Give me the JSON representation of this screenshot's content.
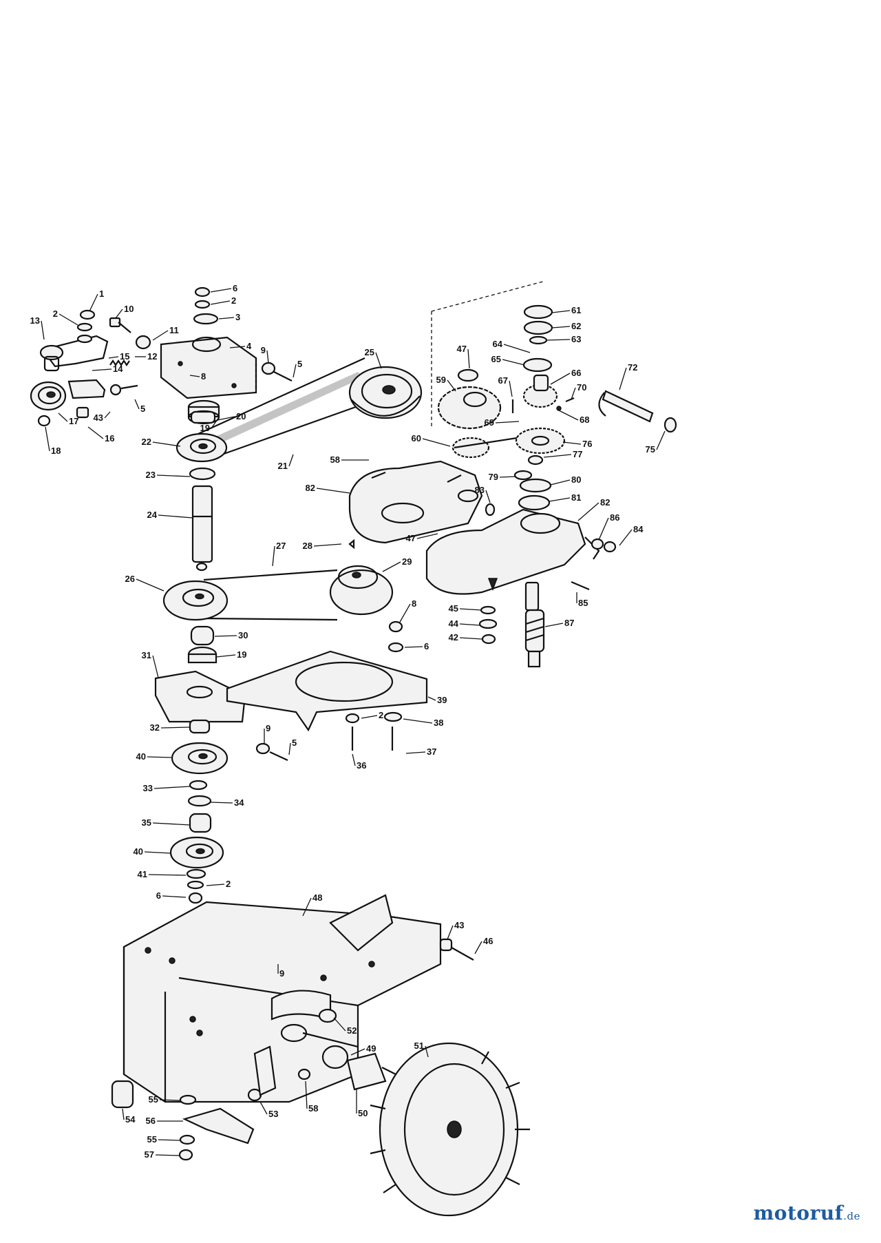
{
  "diagram": {
    "callouts": [
      "1",
      "2",
      "3",
      "4",
      "5",
      "6",
      "8",
      "9",
      "10",
      "11",
      "12",
      "13",
      "14",
      "15",
      "16",
      "17",
      "18",
      "19",
      "20",
      "21",
      "22",
      "23",
      "24",
      "25",
      "26",
      "27",
      "28",
      "29",
      "30",
      "31",
      "32",
      "33",
      "34",
      "35",
      "36",
      "37",
      "38",
      "39",
      "40",
      "41",
      "42",
      "43",
      "44",
      "45",
      "46",
      "47",
      "48",
      "49",
      "50",
      "51",
      "52",
      "53",
      "54",
      "55",
      "56",
      "57",
      "58",
      "59",
      "60",
      "61",
      "62",
      "63",
      "64",
      "65",
      "66",
      "67",
      "68",
      "69",
      "70",
      "72",
      "75",
      "76",
      "77",
      "79",
      "80",
      "81",
      "82",
      "83",
      "84",
      "85",
      "86",
      "87"
    ]
  },
  "watermark": {
    "brand": "motoruf",
    "tld": ".de"
  },
  "colors": {
    "ink": "#111111",
    "brand": "#1e5aa0",
    "background": "#ffffff"
  }
}
